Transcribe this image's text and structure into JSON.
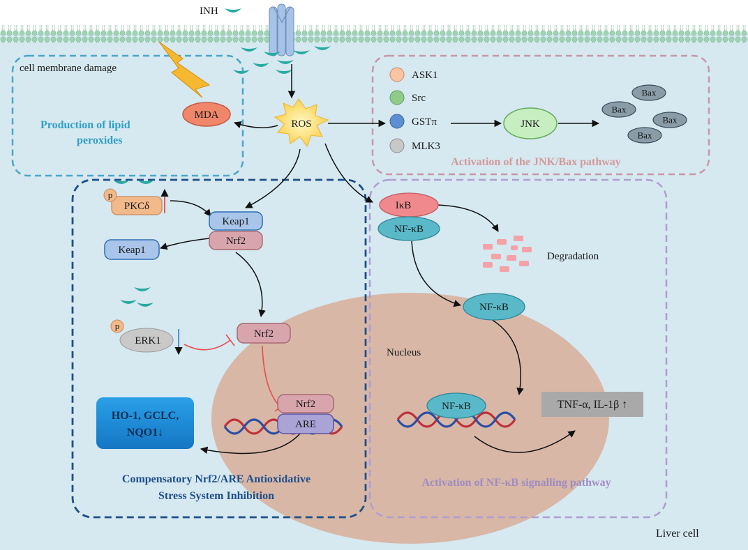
{
  "labels": {
    "inh": "INH",
    "membrane_damage": "cell membrane damage",
    "lipid_title_1": "Production of lipid",
    "lipid_title_2": "peroxides",
    "mda": "MDA",
    "ros": "ROS",
    "ask1": "ASK1",
    "src": "Src",
    "gstpi": "GSTπ",
    "mlk3": "MLK3",
    "jnk": "JNK",
    "bax": "Bax",
    "jnk_title": "Activation of the JNK/Bax pathway",
    "p": "p",
    "pkcd": "PKCδ",
    "keap1": "Keap1",
    "nrf2": "Nrf2",
    "erk1": "ERK1",
    "are": "ARE",
    "ho1_line1": "HO-1, GCLC,",
    "ho1_line2": "NQO1↓",
    "nrf2_title_1": "Compensatory Nrf2/ARE Antioxidative",
    "nrf2_title_2": "Stress System Inhibition",
    "ikb": "IκB",
    "nfkb": "NF-κB",
    "degradation": "Degradation",
    "nucleus": "Nucleus",
    "tnf": "TNF-α, IL-1β ↑",
    "nfkb_title": "Activation of NF-κB signalling pathway",
    "liver_cell": "Liver cell"
  },
  "colors": {
    "cell_bg": "#d6e8f0",
    "membrane": "#9fd3b4",
    "inh_drug": "#27aaa0",
    "ros_fill": "#fbe38a",
    "mda_fill": "#f0866a",
    "ask1": "#f8c4a2",
    "src": "#8fcc8a",
    "gstpi": "#5b8fcf",
    "mlk3": "#c8c8c8",
    "jnk": "#c6eec0",
    "bax": "#8a9ca8",
    "pkcd": "#f2b98a",
    "keap1": "#a9c6ea",
    "nrf2": "#d9a5ad",
    "erk1": "#c9c9c9",
    "ikb": "#f0898d",
    "nfkb": "#59b9c9",
    "are": "#a9a3d6",
    "ho1": "#1e88d8",
    "nucleus": "#d8b7a7",
    "tnf": "#a9a9a9",
    "lipid_box": "#49a7c9",
    "jnk_box": "#c797a8",
    "nrf2_box": "#1d4f88",
    "nfkb_box": "#b09ed0"
  }
}
